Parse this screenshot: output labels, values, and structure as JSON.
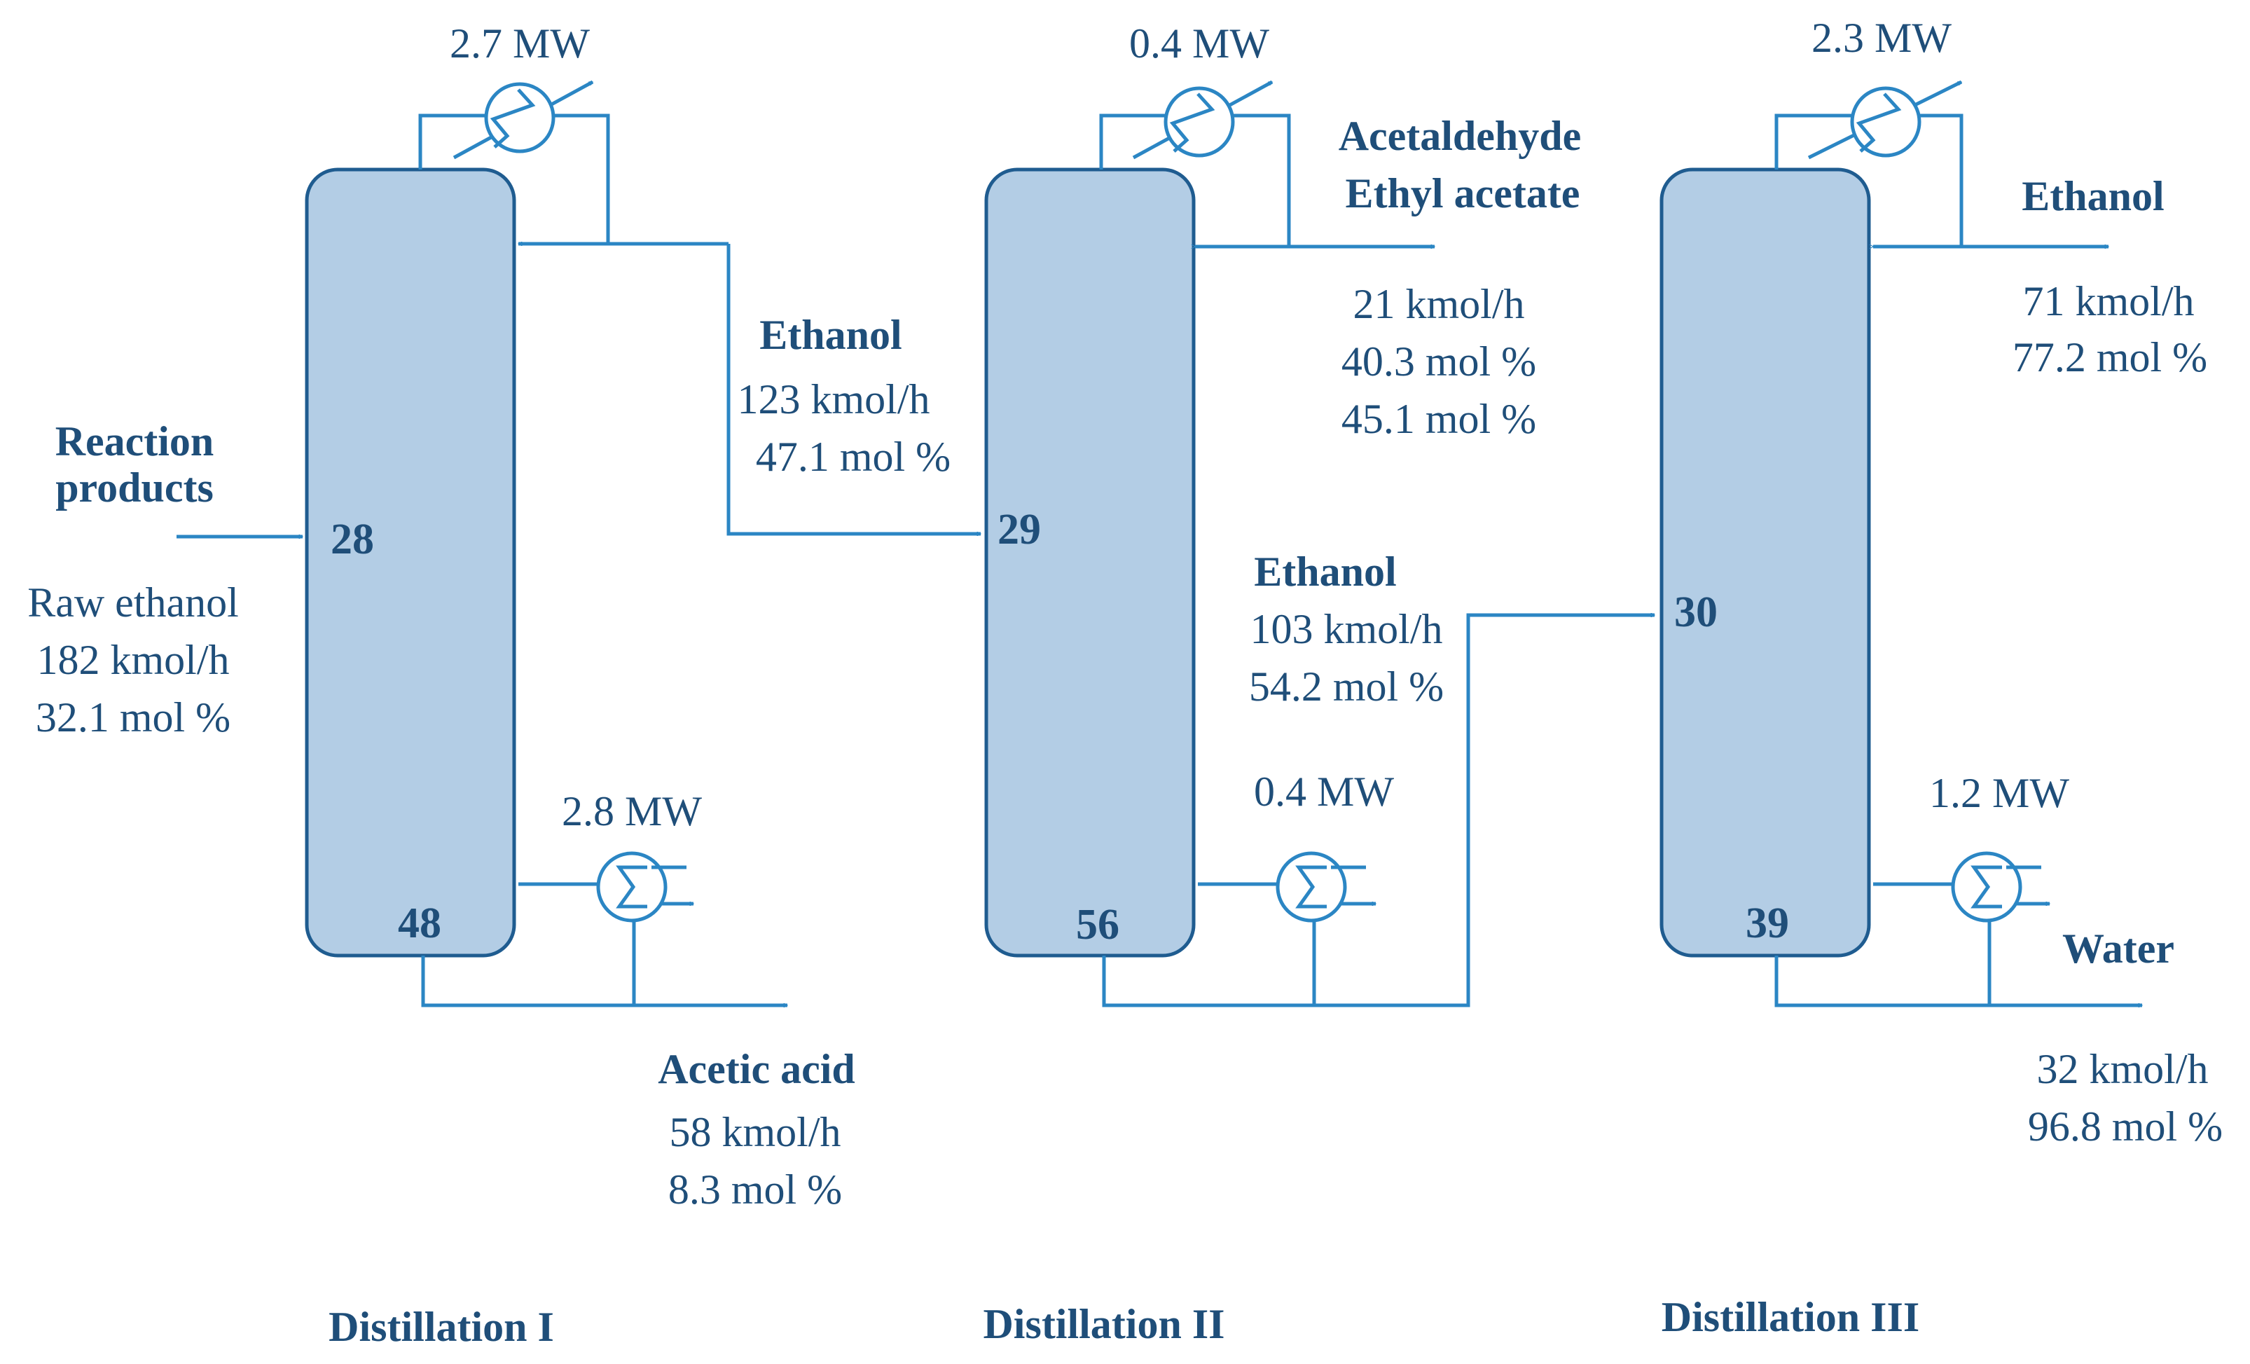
{
  "colors": {
    "column_fill": "#b3cde5",
    "column_stroke": "#1f5c90",
    "stream": "#2b86c4",
    "text": "#1f4e79"
  },
  "feed": {
    "name_line1": "Reaction",
    "name_line2": "products",
    "stream_name": "Raw ethanol",
    "flow": "182 kmol/h",
    "composition": "32.1 mol %"
  },
  "columns": [
    {
      "title": "Distillation I",
      "feed_stage": "28",
      "bottom_stage": "48",
      "condenser_duty": "2.7 MW",
      "reboiler_duty": "2.8 MW"
    },
    {
      "title": "Distillation II",
      "feed_stage": "29",
      "bottom_stage": "56",
      "condenser_duty": "0.4 MW",
      "reboiler_duty": "0.4 MW"
    },
    {
      "title": "Distillation III",
      "feed_stage": "30",
      "bottom_stage": "39",
      "condenser_duty": "2.3 MW",
      "reboiler_duty": "1.2 MW"
    }
  ],
  "streams": {
    "ethanol_1": {
      "name": "Ethanol",
      "flow": "123 kmol/h",
      "composition": "47.1 mol %"
    },
    "acetic_acid": {
      "name": "Acetic acid",
      "flow": "58 kmol/h",
      "composition": "8.3 mol %"
    },
    "light_ends": {
      "name_line1": "Acetaldehyde",
      "name_line2": "Ethyl acetate",
      "flow": "21 kmol/h",
      "composition_1": "40.3 mol %",
      "composition_2": "45.1 mol %"
    },
    "ethanol_2": {
      "name": "Ethanol",
      "flow": "103 kmol/h",
      "composition": "54.2 mol %"
    },
    "ethanol_product": {
      "name": "Ethanol",
      "flow": "71 kmol/h",
      "composition": "77.2 mol %"
    },
    "water": {
      "name": "Water",
      "flow": "32 kmol/h",
      "composition": "96.8 mol %"
    }
  }
}
